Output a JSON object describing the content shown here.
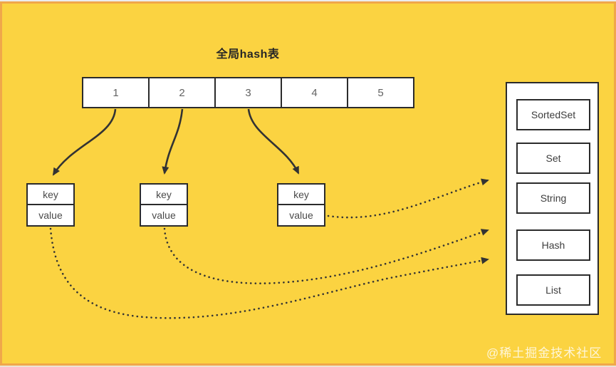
{
  "diagram": {
    "title": "全局hash表",
    "hash_table": {
      "cells": [
        "1",
        "2",
        "3",
        "4",
        "5"
      ]
    },
    "entries": [
      {
        "key": "key",
        "value": "value"
      },
      {
        "key": "key",
        "value": "value"
      },
      {
        "key": "key",
        "value": "value"
      }
    ],
    "types_panel": {
      "items": [
        "SortedSet",
        "Set",
        "String",
        "Hash",
        "List"
      ]
    },
    "watermark": "@稀土掘金技术社区",
    "colors": {
      "background": "#FBD341",
      "frame_border": "#F0A74A",
      "box_border": "#2B2B2B",
      "box_fill": "#FFFFFF",
      "arrow": "#333333",
      "watermark_text": "rgba(255,255,255,0.8)"
    }
  }
}
